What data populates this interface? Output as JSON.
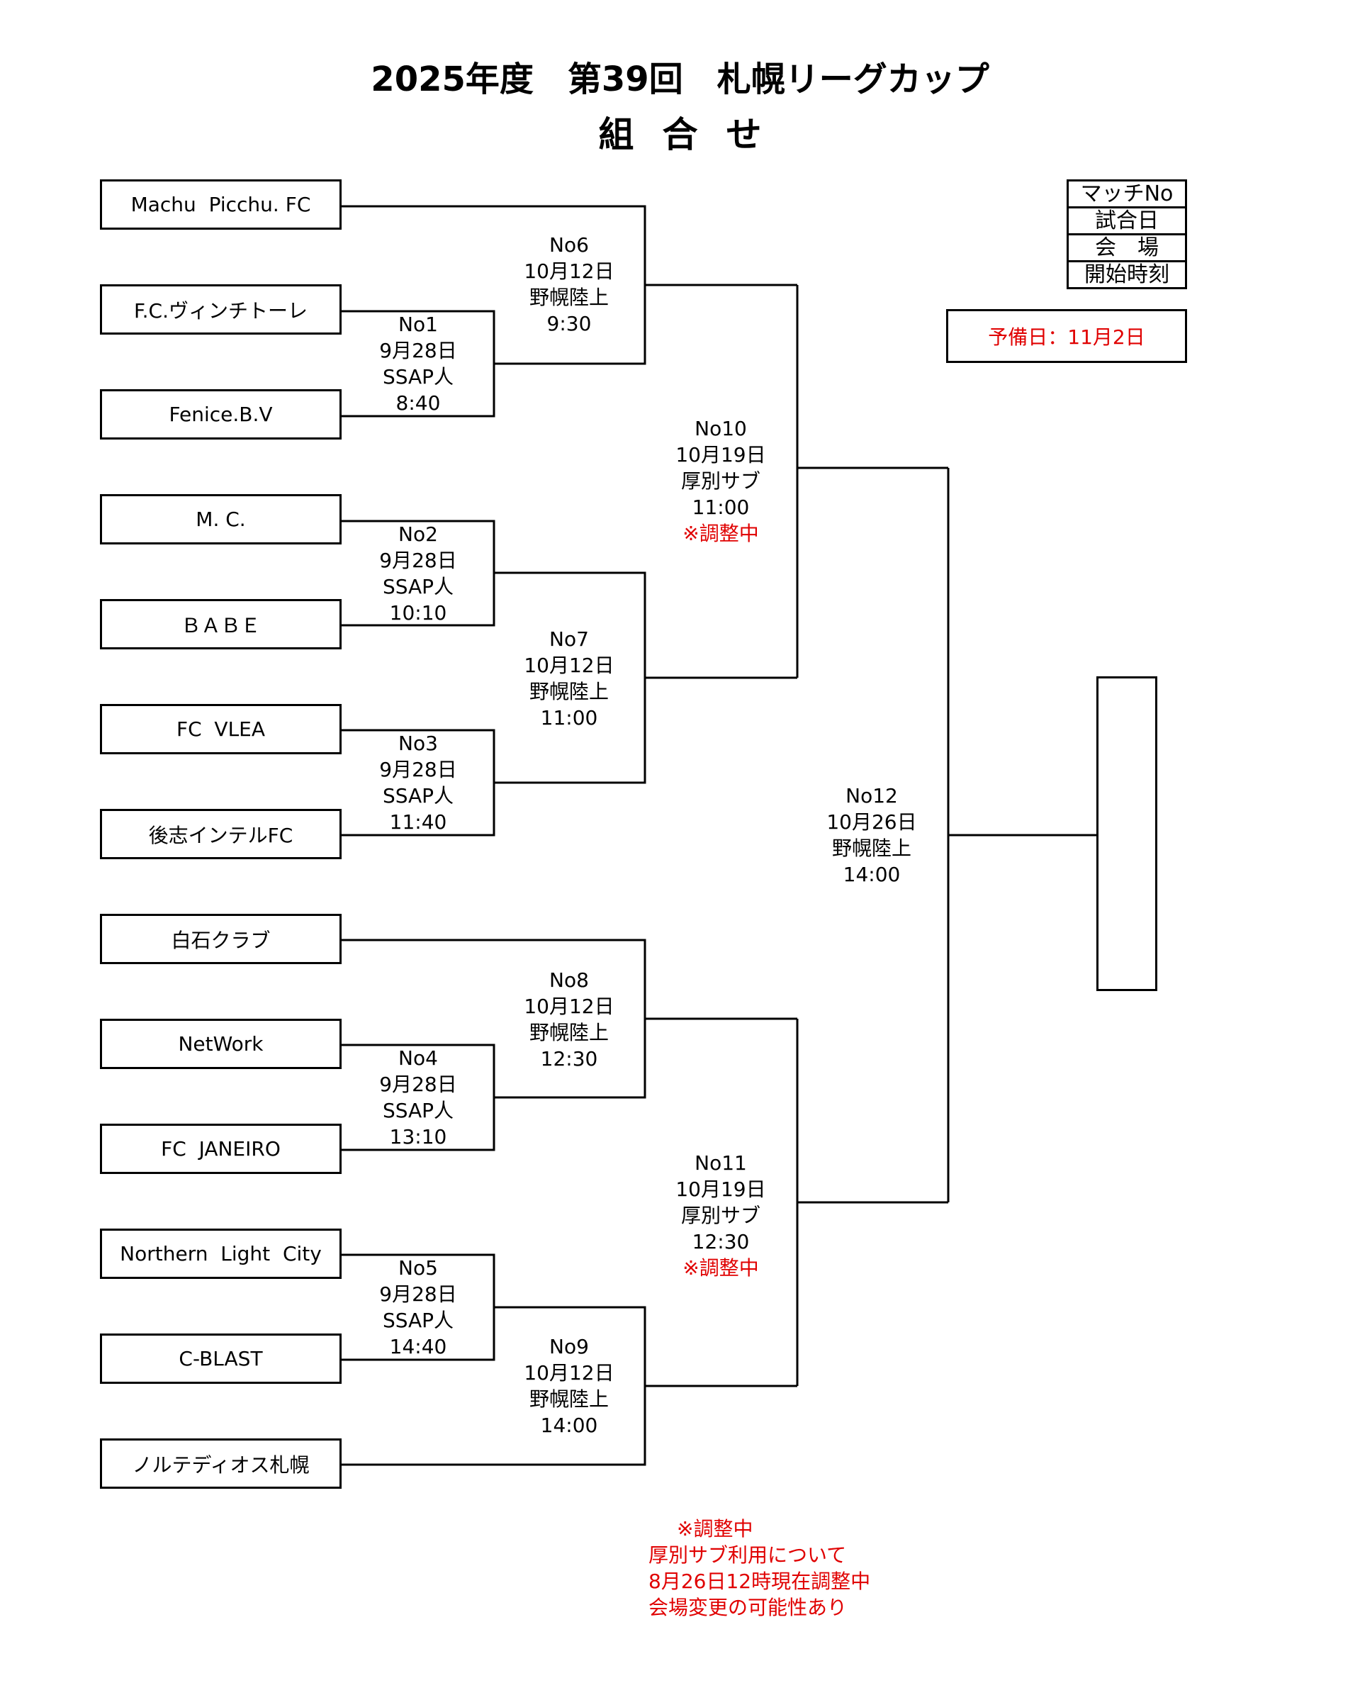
{
  "header": {
    "title": "2025年度　第39回　札幌リーグカップ",
    "subtitle": "組合せ"
  },
  "teams": [
    "Machu  Picchu. FC",
    "F.C.ヴィンチトーレ",
    "Fenice.B.V",
    "M. C.",
    "ＢＡＢＥ",
    "FC  VLEA",
    "後志インテルFC",
    "白石クラブ",
    "NetWork",
    "FC  JANEIRO",
    "Northern  Light  City",
    "C-BLAST",
    "ノルテディオス札幌"
  ],
  "matches": {
    "no1": {
      "no": "No1",
      "date": "9月28日",
      "venue": "SSAP人",
      "time": "8:40"
    },
    "no2": {
      "no": "No2",
      "date": "9月28日",
      "venue": "SSAP人",
      "time": "10:10"
    },
    "no3": {
      "no": "No3",
      "date": "9月28日",
      "venue": "SSAP人",
      "time": "11:40"
    },
    "no4": {
      "no": "No4",
      "date": "9月28日",
      "venue": "SSAP人",
      "time": "13:10"
    },
    "no5": {
      "no": "No5",
      "date": "9月28日",
      "venue": "SSAP人",
      "time": "14:40"
    },
    "no6": {
      "no": "No6",
      "date": "10月12日",
      "venue": "野幌陸上",
      "time": "9:30"
    },
    "no7": {
      "no": "No7",
      "date": "10月12日",
      "venue": "野幌陸上",
      "time": "11:00"
    },
    "no8": {
      "no": "No8",
      "date": "10月12日",
      "venue": "野幌陸上",
      "time": "12:30"
    },
    "no9": {
      "no": "No9",
      "date": "10月12日",
      "venue": "野幌陸上",
      "time": "14:00"
    },
    "no10": {
      "no": "No10",
      "date": "10月19日",
      "venue": "厚別サブ",
      "time": "11:00",
      "status": "※調整中"
    },
    "no11": {
      "no": "No11",
      "date": "10月19日",
      "venue": "厚別サブ",
      "time": "12:30",
      "status": "※調整中"
    },
    "no12": {
      "no": "No12",
      "date": "10月26日",
      "venue": "野幌陸上",
      "time": "14:00"
    }
  },
  "legend": {
    "match_no": "マッチNo",
    "date": "試合日",
    "venue": "会　場",
    "start": "開始時刻"
  },
  "reserve_day": "予備日：11月2日",
  "note": {
    "line1": "※調整中",
    "line2": "厚別サブ利用について",
    "line3": "8月26日12時現在調整中",
    "line4": "会場変更の可能性あり"
  },
  "colors": {
    "line": "#000000",
    "accent_red": "#e00000"
  }
}
